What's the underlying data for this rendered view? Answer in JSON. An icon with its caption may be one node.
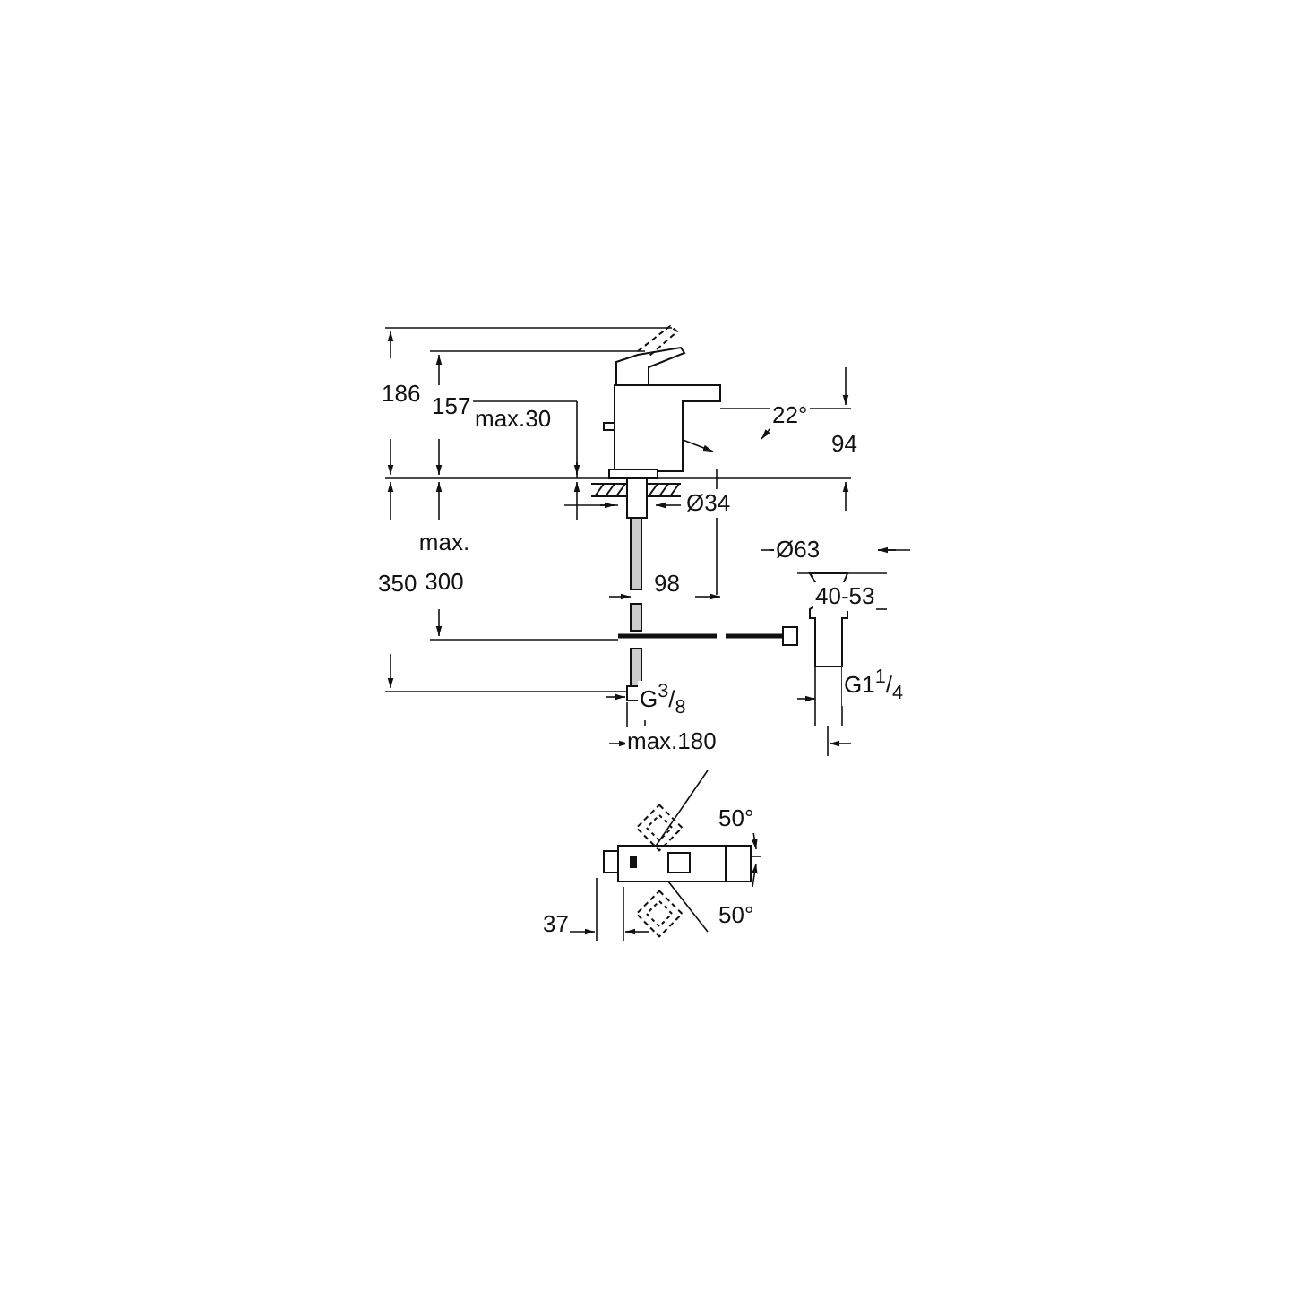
{
  "diagram": {
    "labels": [
      "186",
      "157",
      "max.30",
      "22°",
      "94",
      "Ø34",
      "Ø63",
      "40-53",
      "max. 300",
      "350",
      "98",
      "G$^{3}$/$_{8}$",
      "G1$^{1}$/$_{4}$",
      "max.180",
      "50°",
      "50°",
      "37"
    ]
  }
}
